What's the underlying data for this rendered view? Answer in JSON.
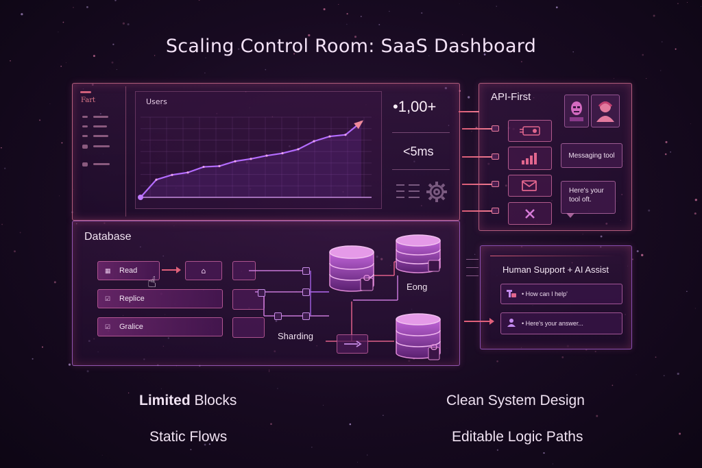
{
  "page": {
    "title": "Scaling Control Room: SaaS Dashboard"
  },
  "sidebar": {
    "title": "Fart"
  },
  "users_chart": {
    "label": "Users",
    "chart_data": {
      "type": "line",
      "values": [
        0,
        22,
        28,
        31,
        38,
        39,
        45,
        48,
        52,
        55,
        60,
        70,
        76,
        78,
        94
      ],
      "color": "#b46cff"
    }
  },
  "stats": {
    "users_count": "•1,00+",
    "latency": "<5ms"
  },
  "api": {
    "title": "API-First",
    "messaging_label": "Messaging tool",
    "reply_label": "Here's your tool oft."
  },
  "database": {
    "title": "Database",
    "buttons": [
      {
        "label": "Read",
        "icon": "grid-icon"
      },
      {
        "label": "Replice",
        "icon": "check-icon"
      },
      {
        "label": "Gralice",
        "icon": "check-icon"
      }
    ],
    "sharding_label": "Sharding",
    "eong_label": "Eong"
  },
  "support": {
    "title": "Human Support + AI Assist",
    "question": "• How can I help'",
    "answer": "• Here's your answer..."
  },
  "features": {
    "limited_bold": "Limited",
    "limited_rest": " Blocks",
    "static": "Static Flows",
    "clean": "Clean System Design",
    "editable": "Editable Logic Paths"
  },
  "colors": {
    "accent_pink": "#e06a8a",
    "accent_purple": "#a86cf0",
    "background": "#170a20"
  }
}
